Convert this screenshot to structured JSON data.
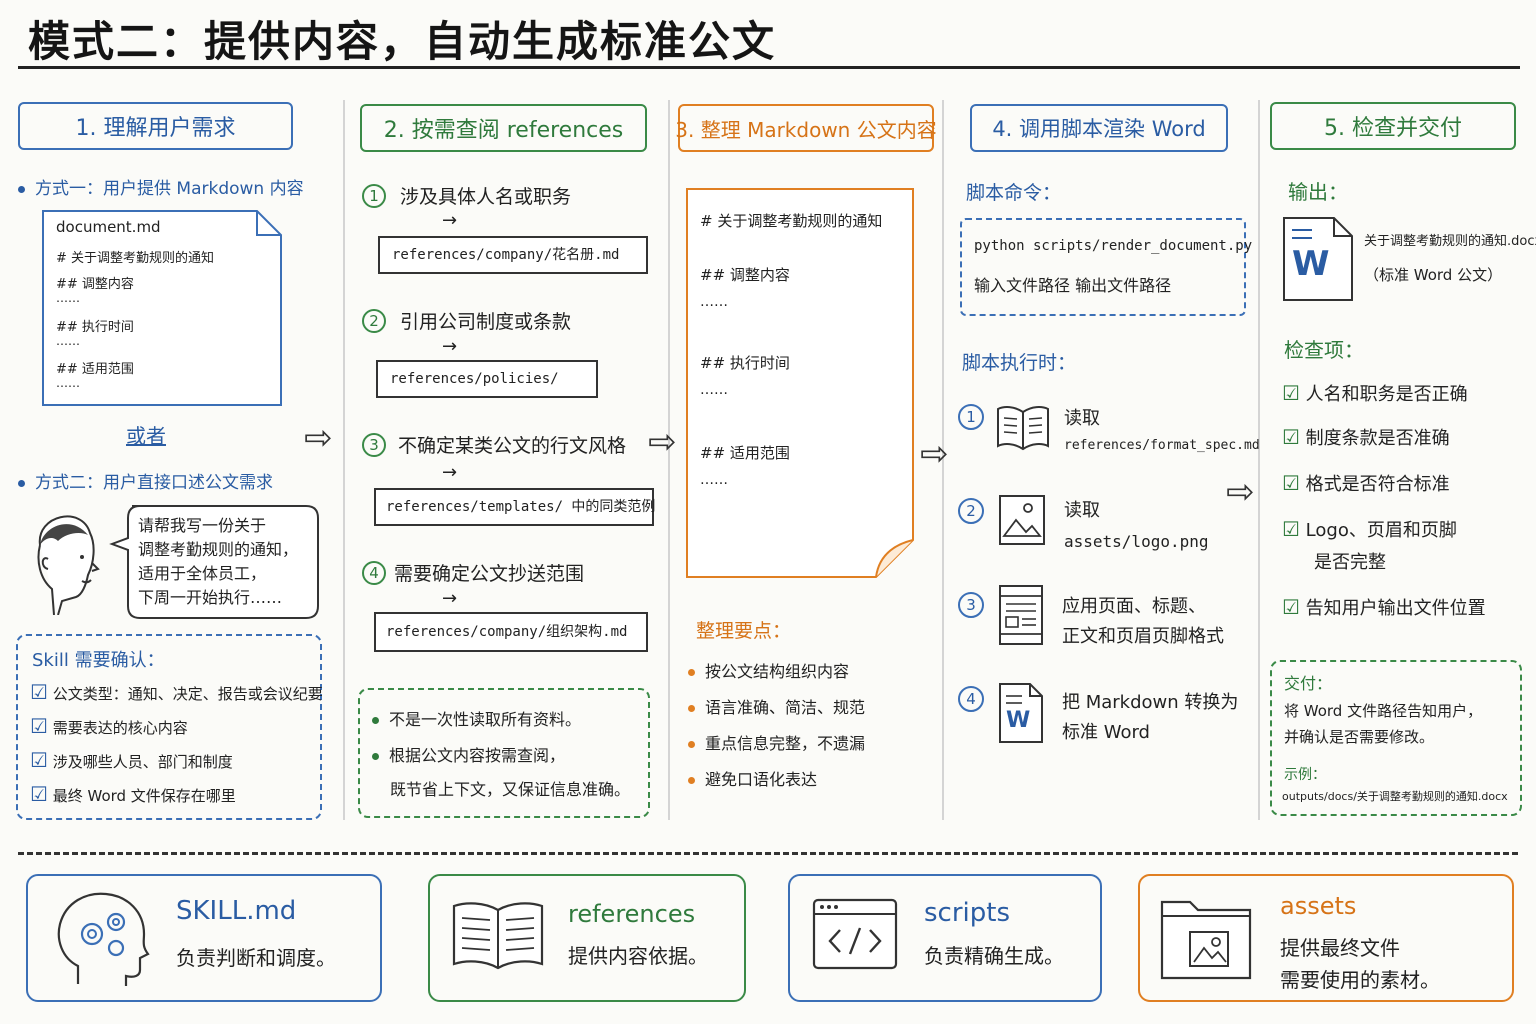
{
  "title": "模式二：提供内容，自动生成标准公文",
  "col1": {
    "header": "1. 理解用户需求",
    "method1": "方式一：用户提供 Markdown 内容",
    "doc_filename": "document.md",
    "doc_lines": [
      "# 关于调整考勤规则的通知",
      "## 调整内容",
      "……",
      "## 执行时间",
      "……",
      "## 适用范围",
      "……"
    ],
    "or": "或者",
    "method2": "方式二：用户直接口述公文需求",
    "speech_lines": [
      "请帮我写一份关于",
      "调整考勤规则的通知，",
      "适用于全体员工，",
      "下周一开始执行……"
    ],
    "confirm_title": "Skill 需要确认：",
    "confirm_items": [
      "公文类型：通知、决定、报告或会议纪要",
      "需要表达的核心内容",
      "涉及哪些人员、部门和制度",
      "最终 Word 文件保存在哪里"
    ]
  },
  "col2": {
    "header": "2. 按需查阅 references",
    "items": [
      {
        "num": "1",
        "text": "涉及具体人名或职务",
        "ref": "references/company/花名册.md"
      },
      {
        "num": "2",
        "text": "引用公司制度或条款",
        "ref": "references/policies/"
      },
      {
        "num": "3",
        "text": "不确定某类公文的行文风格",
        "ref": "references/templates/ 中的同类范例"
      },
      {
        "num": "4",
        "text": "需要确定公文抄送范围",
        "ref": "references/company/组织架构.md"
      }
    ],
    "arrow_down": "→",
    "notes": [
      "不是一次性读取所有资料。",
      "根据公文内容按需查阅，",
      "既节省上下文，又保证信息准确。"
    ]
  },
  "col3": {
    "header": "3. 整理 Markdown 公文内容",
    "doc_lines": [
      "# 关于调整考勤规则的通知",
      "## 调整内容",
      "……",
      "## 执行时间",
      "……",
      "## 适用范围",
      "……"
    ],
    "points_title": "整理要点：",
    "points": [
      "按公文结构组织内容",
      "语言准确、简洁、规范",
      "重点信息完整，不遗漏",
      "避免口语化表达"
    ]
  },
  "col4": {
    "header": "4. 调用脚本渲染 Word",
    "cmd_title": "脚本命令：",
    "cmd_line1": "python scripts/render_document.py",
    "cmd_line2": "输入文件路径  输出文件路径",
    "run_title": "脚本执行时：",
    "steps": [
      {
        "num": "1",
        "line1": "读取",
        "line2": "references/format_spec.md"
      },
      {
        "num": "2",
        "line1": "读取",
        "line2": "assets/logo.png"
      },
      {
        "num": "3",
        "line1": "应用页面、标题、",
        "line2": "正文和页眉页脚格式"
      },
      {
        "num": "4",
        "line1": "把 Markdown 转换为",
        "line2": "标准 Word"
      }
    ]
  },
  "col5": {
    "header": "5. 检查并交付",
    "output_title": "输出：",
    "output_file": "关于调整考勤规则的通知.docx",
    "output_desc": "（标准 Word 公文）",
    "check_title": "检查项：",
    "checks": [
      {
        "line1": "人名和职务是否正确",
        "line2": ""
      },
      {
        "line1": "制度条款是否准确",
        "line2": ""
      },
      {
        "line1": "格式是否符合标准",
        "line2": ""
      },
      {
        "line1": "Logo、页眉和页脚",
        "line2": "是否完整"
      },
      {
        "line1": "告知用户输出文件位置",
        "line2": ""
      }
    ],
    "deliver_title": "交付：",
    "deliver_line1": "将 Word 文件路径告知用户，",
    "deliver_line2": "并确认是否需要修改。",
    "example_title": "示例：",
    "example_path": "outputs/docs/关于调整考勤规则的通知.docx"
  },
  "cards": [
    {
      "title": "SKILL.md",
      "line1": "负责判断和调度。",
      "line2": ""
    },
    {
      "title": "references",
      "line1": "提供内容依据。",
      "line2": ""
    },
    {
      "title": "scripts",
      "line1": "负责精确生成。",
      "line2": ""
    },
    {
      "title": "assets",
      "line1": "提供最终文件",
      "line2": "需要使用的素材。"
    }
  ],
  "word_letter": "W",
  "colors": {
    "blue": "#3b6fb6",
    "green": "#3a8a47",
    "orange": "#e07f22",
    "ink": "#222222"
  }
}
